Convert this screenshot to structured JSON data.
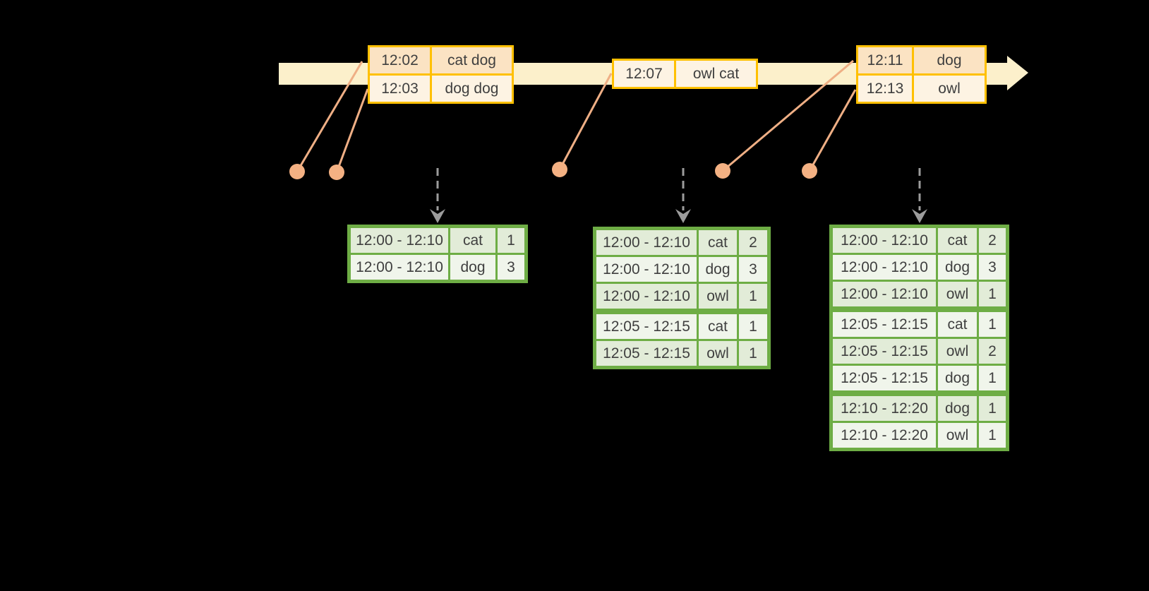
{
  "palette": {
    "background": "#000000",
    "timeline_fill": "#FCF0CB",
    "event_table_border": "#FFC000",
    "event_row_peach": "#FBE3C3",
    "event_row_cream": "#FDF3E3",
    "event_dot": "#F4B183",
    "connector_line": "#EFAF85",
    "result_table_border": "#6EAD45",
    "result_row_dark": "#E2ECD8",
    "result_row_light": "#F0F5EB",
    "trigger_arrow_gray": "#9C9C9C",
    "text_color": "#3F3F3F"
  },
  "icons": {
    "timeline_arrowhead": "right-arrow",
    "trigger_arrow": "dashed-down-arrow",
    "event_marker": "dot"
  },
  "event_tables": [
    {
      "rows": [
        {
          "time": "12:02",
          "text": "cat dog"
        },
        {
          "time": "12:03",
          "text": "dog dog"
        }
      ]
    },
    {
      "rows": [
        {
          "time": "12:07",
          "text": "owl cat"
        }
      ]
    },
    {
      "rows": [
        {
          "time": "12:11",
          "text": "dog"
        },
        {
          "time": "12:13",
          "text": "owl"
        }
      ]
    }
  ],
  "result_tables": [
    {
      "rows": [
        {
          "window": "12:00 - 12:10",
          "word": "cat",
          "count": "1"
        },
        {
          "window": "12:00 - 12:10",
          "word": "dog",
          "count": "3"
        }
      ]
    },
    {
      "rows": [
        {
          "window": "12:00 - 12:10",
          "word": "cat",
          "count": "2"
        },
        {
          "window": "12:00 - 12:10",
          "word": "dog",
          "count": "3"
        },
        {
          "window": "12:00 - 12:10",
          "word": "owl",
          "count": "1"
        },
        {
          "window": "12:05 - 12:15",
          "word": "cat",
          "count": "1"
        },
        {
          "window": "12:05 - 12:15",
          "word": "owl",
          "count": "1"
        }
      ]
    },
    {
      "rows": [
        {
          "window": "12:00 - 12:10",
          "word": "cat",
          "count": "2"
        },
        {
          "window": "12:00 - 12:10",
          "word": "dog",
          "count": "3"
        },
        {
          "window": "12:00 - 12:10",
          "word": "owl",
          "count": "1"
        },
        {
          "window": "12:05 - 12:15",
          "word": "cat",
          "count": "1"
        },
        {
          "window": "12:05 - 12:15",
          "word": "owl",
          "count": "2"
        },
        {
          "window": "12:05 - 12:15",
          "word": "dog",
          "count": "1"
        },
        {
          "window": "12:10 - 12:20",
          "word": "dog",
          "count": "1"
        },
        {
          "window": "12:10 - 12:20",
          "word": "owl",
          "count": "1"
        }
      ]
    }
  ]
}
